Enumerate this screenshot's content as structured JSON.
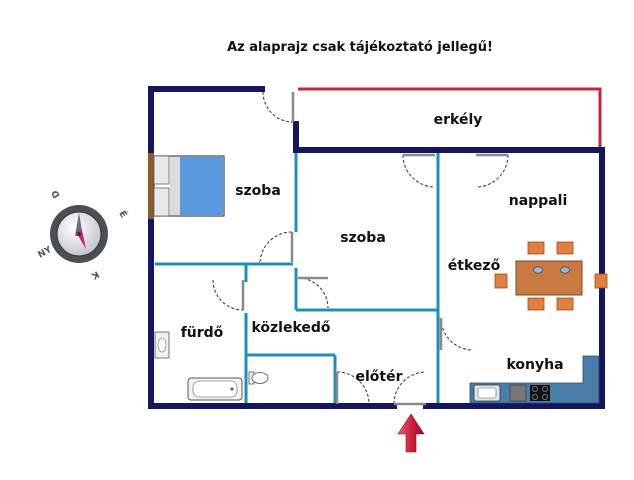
{
  "notice": "Az alaprajz csak tájékoztató jellegű!",
  "rooms": {
    "erkely": "erkély",
    "szoba_bed": "szoba",
    "szoba_mid": "szoba",
    "nappali": "nappali",
    "etkezo": "étkező",
    "furdo": "fürdő",
    "kozlekedo": "közlekedő",
    "eloter": "előtér",
    "konyha": "konyha"
  },
  "compass": {
    "letters": [
      "É",
      "K",
      "D",
      "NY"
    ]
  },
  "colors": {
    "outer_wall": "#151560",
    "inner_wall": "#1e90b8",
    "balcony": "#c0283a",
    "entrance_arrow": "#d0203a"
  },
  "icons": [
    "double-bed-icon",
    "dining-table-icon",
    "bathtub-icon",
    "sink-icon",
    "toilet-icon",
    "stove-icon",
    "compass-icon",
    "entrance-arrow-icon"
  ]
}
